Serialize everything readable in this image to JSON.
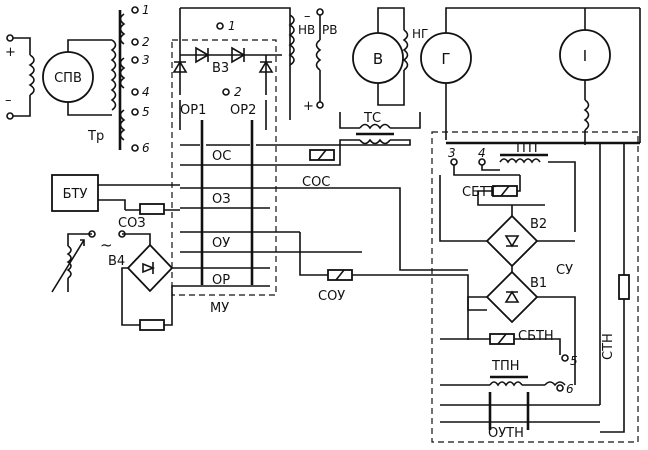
{
  "components": {
    "spv": "СПВ",
    "btu": "БТУ",
    "v": "В",
    "g": "Г",
    "one": "I",
    "tr": "Тр",
    "nv": "НВ",
    "rv": "РВ",
    "ng": "НГ",
    "ts": "ТС",
    "v3": "В3",
    "or1": "ОР1",
    "or2": "ОР2",
    "os": "ОС",
    "oz": "ОЗ",
    "oy": "ОУ",
    "or": "ОР",
    "my": "МУ",
    "sos": "СОС",
    "soz": "СОЗ",
    "v4": "В4",
    "soy": "СОУ",
    "tpt": "ТПТ",
    "sbtt": "СБТТ",
    "v2": "В2",
    "v1": "В1",
    "sy": "СУ",
    "sbtn": "СБТН",
    "tpn": "ТПН",
    "sth": "СТН",
    "outn": "ОУТН"
  },
  "terminals": {
    "t1": "1",
    "t2": "2",
    "t3": "3",
    "t4": "4",
    "t5": "5",
    "t6": "6",
    "j1": "1",
    "j2": "2",
    "s3": "3",
    "s4": "4",
    "s5": "5",
    "s6": "6"
  },
  "symbols": {
    "plus": "+",
    "minus": "–",
    "plus2": "+",
    "minus2": "–",
    "tilde": "~"
  }
}
